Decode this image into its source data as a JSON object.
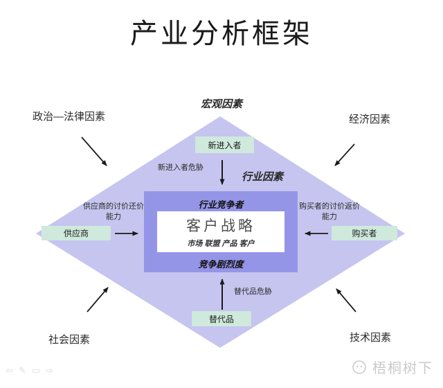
{
  "title": "产业分析框架",
  "colors": {
    "diamond": "#c5c5ef",
    "core-box": "#9595e8",
    "tag-box": "#cfe9dc",
    "ink": "#1a1a1a",
    "label": "#2b2b2b",
    "muted": "#c9c9c9",
    "faint": "#dedede"
  },
  "macro_factors": {
    "top_center": "宏观因素",
    "political_legal": "政治—法律因素",
    "economic": "经济因素",
    "social": "社会因素",
    "technological": "技术因素"
  },
  "industry_factors": {
    "label": "行业因素",
    "new_entrants": "新进入者",
    "new_entrants_threat": "新进入者危胁",
    "suppliers": "供应商",
    "supplier_power": [
      "供应商的讨价还价",
      "能力"
    ],
    "buyers": "购买者",
    "buyer_power": [
      "购买者的讨价返价",
      "能力"
    ],
    "substitutes": "替代品",
    "substitutes_threat": "替代品危胁",
    "competitors": "行业竞争者",
    "rivalry_intensity": "竞争剧烈度"
  },
  "core_strategy": {
    "title": "客户战略",
    "elements": "市场 联盟 产品 客户"
  },
  "watermark": {
    "text": "梧桐树下"
  },
  "presenter_toolbar": {
    "items": [
      {
        "name": "back-arrow",
        "glyph": "⇦"
      },
      {
        "name": "pen",
        "glyph": "✎"
      },
      {
        "name": "screen",
        "glyph": "▭"
      },
      {
        "name": "forward-arrow",
        "glyph": "⇨"
      }
    ]
  }
}
